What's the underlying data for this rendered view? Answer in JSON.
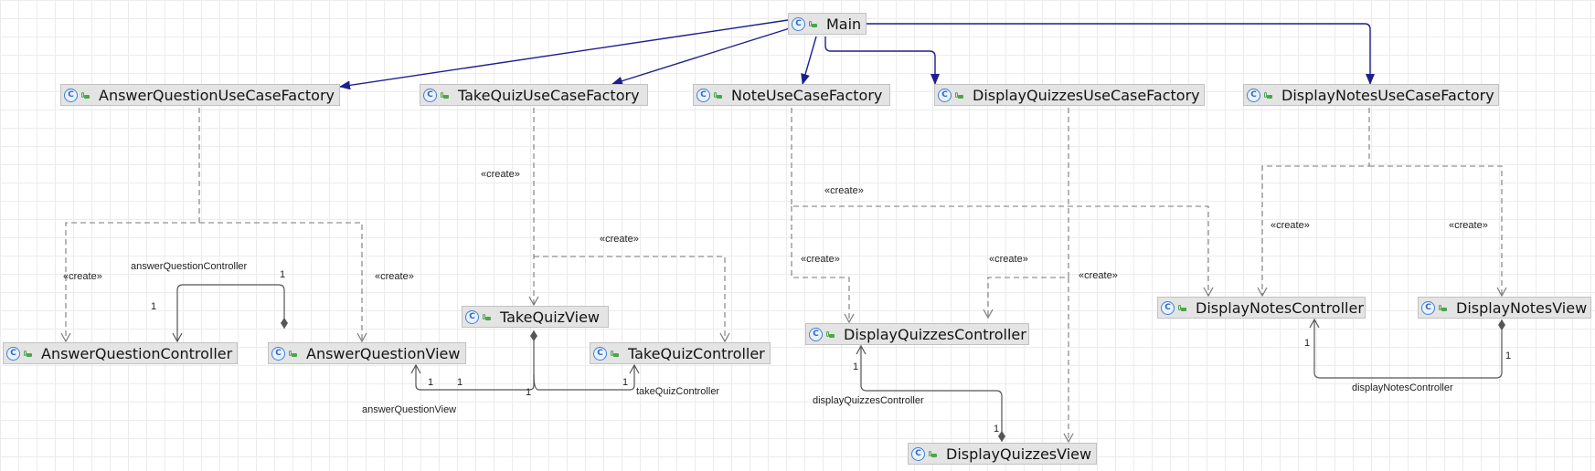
{
  "classes": {
    "main": "Main",
    "answer_question_use_case_factory": "AnswerQuestionUseCaseFactory",
    "take_quiz_use_case_factory": "TakeQuizUseCaseFactory",
    "note_use_case_factory": "NoteUseCaseFactory",
    "display_quizzes_use_case_factory": "DisplayQuizzesUseCaseFactory",
    "display_notes_use_case_factory": "DisplayNotesUseCaseFactory",
    "answer_question_controller": "AnswerQuestionController",
    "answer_question_view": "AnswerQuestionView",
    "take_quiz_view": "TakeQuizView",
    "take_quiz_controller": "TakeQuizController",
    "display_quizzes_controller": "DisplayQuizzesController",
    "display_quizzes_view": "DisplayQuizzesView",
    "display_notes_controller": "DisplayNotesController",
    "display_notes_view": "DisplayNotesView"
  },
  "icons": {
    "class_icon": "class-c-icon",
    "public_icon": "public-visibility-icon",
    "class_icon_glyph": "C"
  },
  "stereotype": "«create»",
  "roles": {
    "answer_question_controller": "answerQuestionController",
    "answer_question_view": "answerQuestionView",
    "take_quiz_controller": "takeQuizController",
    "display_quizzes_controller": "displayQuizzesController",
    "display_notes_controller": "displayNotesController"
  },
  "multiplicity": "1",
  "colors": {
    "association": "#1c1f8f",
    "dependency": "#7a7a7a",
    "composition": "#555555",
    "class_fill": "#e4e4e4",
    "class_border": "#c2c2c2"
  }
}
